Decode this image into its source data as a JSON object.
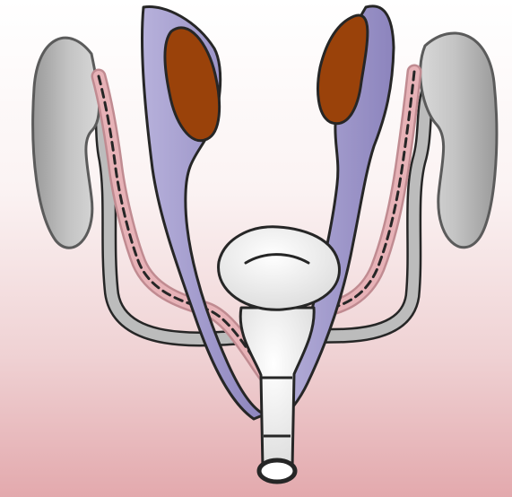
{
  "colors": {
    "background_top": "#ffffff",
    "background_bottom": "#e3a9ad",
    "gray_fill": "#bdbdbd",
    "gray_dark": "#8f8f8f",
    "outline": "#262626",
    "purple": "#a09ac8",
    "purple_dark": "#7f75b0",
    "brown": "#9a420a",
    "pink": "#d9a0a7",
    "white_part": "#eeeeee",
    "ring": "#ffffff"
  },
  "parts": [
    "left-gray-organ",
    "right-gray-organ",
    "left-purple-duct",
    "right-purple-duct",
    "left-brown-body",
    "right-brown-body",
    "left-gray-tube",
    "right-gray-tube",
    "left-dashed-pink-tube",
    "right-dashed-pink-tube",
    "white-mushroom-cap",
    "white-stem",
    "white-ring-opening"
  ]
}
